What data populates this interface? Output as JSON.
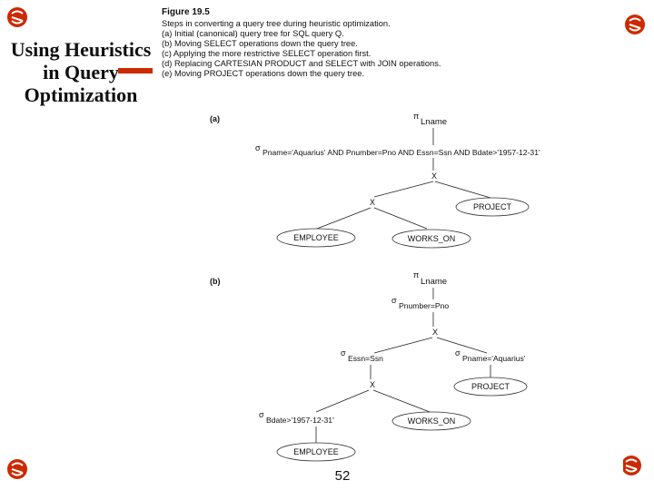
{
  "slide": {
    "title_lines": [
      "Using Heuristics",
      "in Query",
      "Optimization"
    ],
    "page_number": "52",
    "accent_color": "#cc2a00"
  },
  "figure": {
    "title": "Figure 19.5",
    "caption_lines": [
      "Steps in converting a query tree during heuristic optimization.",
      "(a) Initial (canonical) query tree for SQL query Q.",
      "(b) Moving SELECT operations down the query tree.",
      "(c) Applying the more restrictive SELECT operation first.",
      "(d) Replacing CARTESIAN PRODUCT and SELECT with JOIN operations.",
      "(e) Moving PROJECT operations down the query tree."
    ],
    "part_a": {
      "label": "(a)",
      "project_symbol": "π",
      "project_attr": "Lname",
      "select_symbol": "σ",
      "select_condition": "Pname='Aquarius' AND Pnumber=Pno AND Essn=Ssn AND Bdate>'1957-12-31'",
      "cross_symbol": "X",
      "relations": [
        "EMPLOYEE",
        "WORKS_ON",
        "PROJECT"
      ]
    },
    "part_b": {
      "label": "(b)",
      "project_symbol": "π",
      "project_attr": "Lname",
      "select_symbol": "σ",
      "select_join": "Pnumber=Pno",
      "select_essn": "Essn=Ssn",
      "select_pname": "Pname='Aquarius'",
      "select_bdate": "Bdate>'1957-12-31'",
      "cross_symbol": "X",
      "relations": [
        "EMPLOYEE",
        "WORKS_ON",
        "PROJECT"
      ]
    }
  },
  "icons": {
    "corner": "decorative-swirl-icon"
  }
}
